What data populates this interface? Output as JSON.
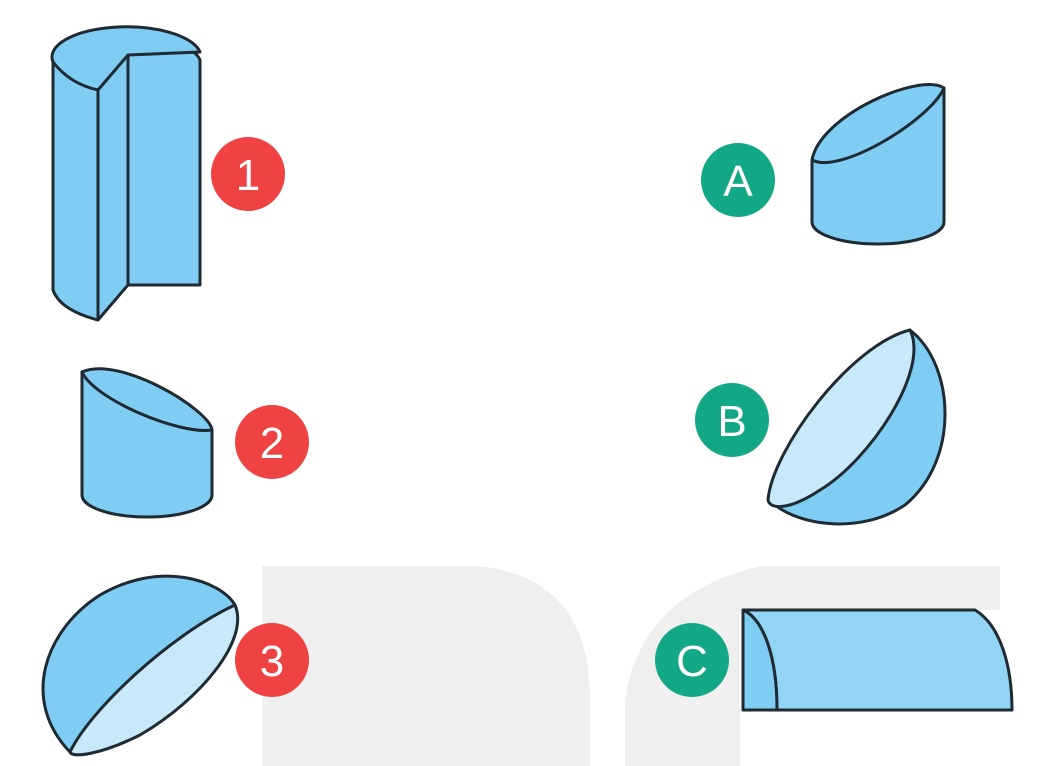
{
  "colors": {
    "shape_fill": "#7fcdf2",
    "shape_inner": "#c7e9fa",
    "shape_stroke": "#1f2a33",
    "number_badge": "#ef4242",
    "letter_badge": "#12a885",
    "watermark": "#efefef"
  },
  "solids": [
    {
      "label": "1",
      "shape": "cylinder-with-wedge-cut"
    },
    {
      "label": "2",
      "shape": "obliquely-cut-cylinder"
    },
    {
      "label": "3",
      "shape": "half-sphere"
    }
  ],
  "pieces": [
    {
      "label": "A",
      "shape": "obliquely-cut-cylinder"
    },
    {
      "label": "B",
      "shape": "half-sphere-bowl"
    },
    {
      "label": "C",
      "shape": "quarter-cylinder"
    }
  ]
}
